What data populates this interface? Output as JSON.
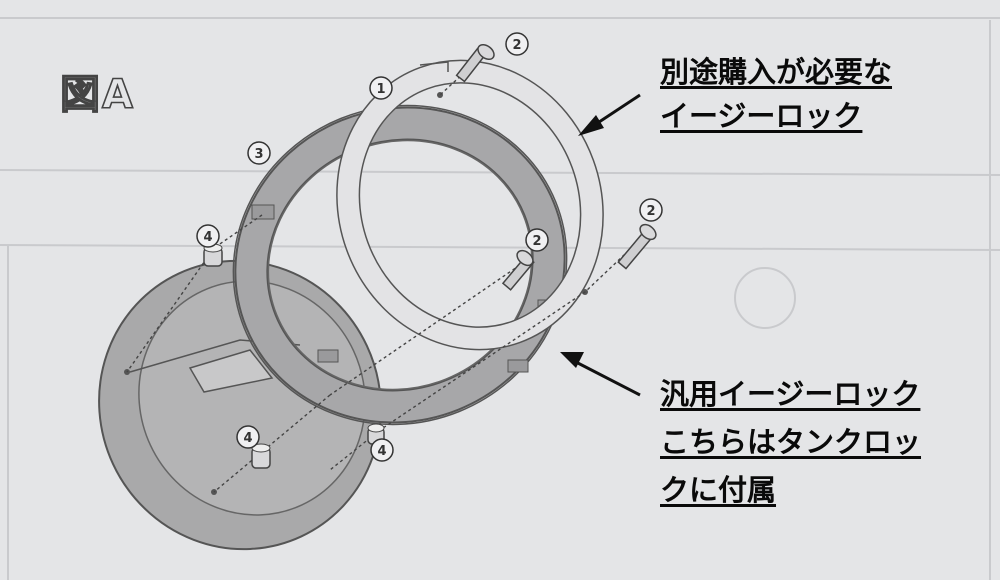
{
  "figure_label": "図A",
  "callouts": {
    "top_line1": "別途購入が必要な",
    "top_line2": "イージーロック",
    "bottom_line1": "汎用イージーロック",
    "bottom_line2": "こちらはタンクロッ",
    "bottom_line3": "クに付属"
  },
  "part_numbers": {
    "ring_top": "1",
    "ring_base": "3",
    "bolt": "2",
    "spacer": "4"
  },
  "colors": {
    "paper": "#e4e5e7",
    "line": "#555555",
    "text": "#0a0a0a"
  }
}
